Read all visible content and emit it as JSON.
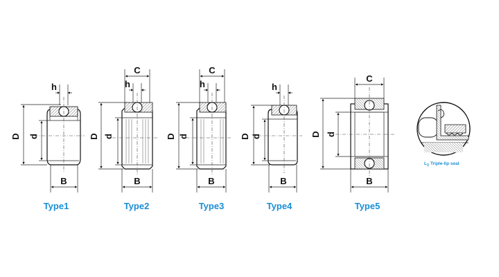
{
  "colors": {
    "label": "#1a8fd6",
    "line": "#111111"
  },
  "dims": {
    "D": "D",
    "d": "d",
    "B": "B",
    "C": "C",
    "h": "h"
  },
  "types": [
    {
      "label": "Type1"
    },
    {
      "label": "Type2"
    },
    {
      "label": "Type3"
    },
    {
      "label": "Type4"
    },
    {
      "label": "Type5"
    }
  ],
  "seal": {
    "label": "Triple-lip seal",
    "marker": "L",
    "marker_sub": "3"
  }
}
